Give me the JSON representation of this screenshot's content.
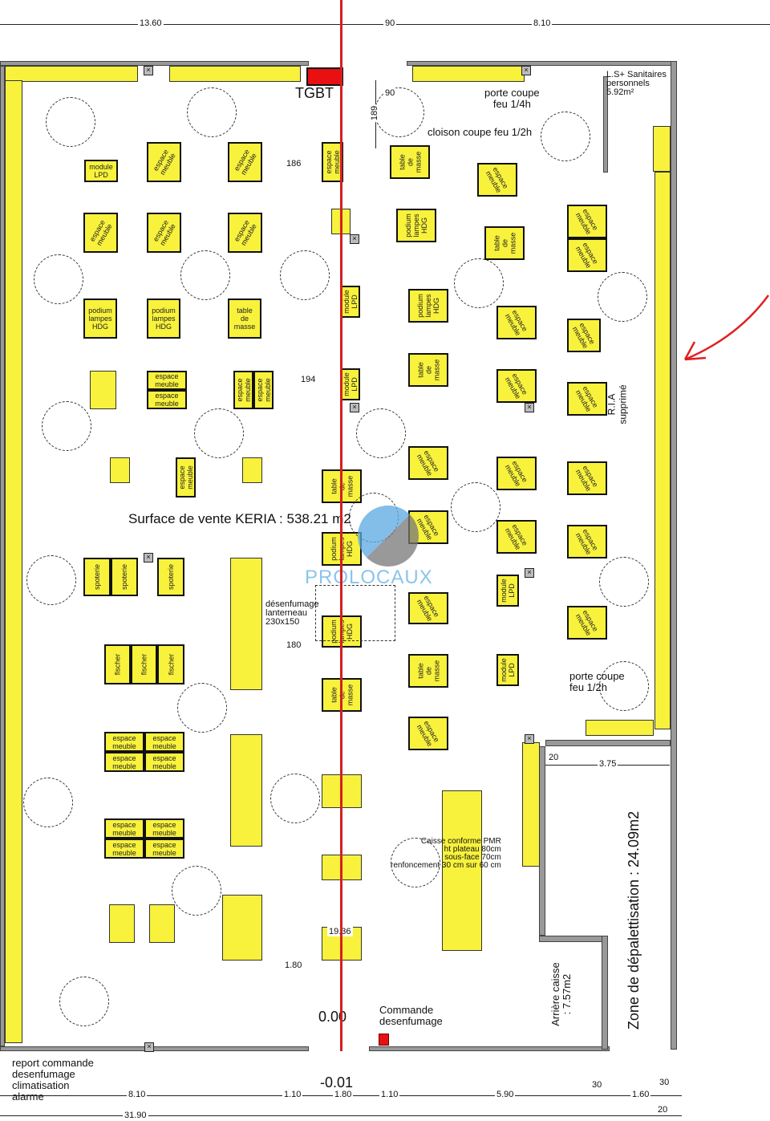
{
  "plan": {
    "surface_label": "Surface de vente KERIA : 538.21 m2",
    "tgbt": "TGBT",
    "porte_coupe_feu_14": "porte coupe\nfeu 1/4h",
    "cloison": "cloison coupe feu 1/2h",
    "sanitaires": "L.S+ Sanitaires\npersonnels\n5.92m²",
    "ria": "R.I.A\nsupprimé",
    "porte_coupe_feu_12": "porte coupe\nfeu 1/2h",
    "zone_depalettisation": "Zone de dépalettisation : 24.09m2",
    "arriere_caisse": "Arrière caisse\n: 7.57m2",
    "caisse": "Caisse conforme PMR\nht plateau 80cm\nsous-face 70cm\nrenfoncement 30 cm sur 60 cm",
    "desenfumage": "désenfumage\nlanterneau\n230x150",
    "commande": "Commande\ndesenfumage",
    "report": "report commande\ndesenfumage\nclimatisation\nalarme",
    "level_0": "0.00",
    "level_m": "-0.01",
    "watermark": "PROLOCAUX"
  },
  "dimensions": {
    "top_1360": "13.60",
    "top_90": "90",
    "top_810": "8.10",
    "d_90": "90",
    "d_189": "189",
    "d_186": "186",
    "d_194": "194",
    "d_180": "180",
    "d_180b": "1.80",
    "d_1936": "19.36",
    "d_20": "20",
    "d_375": "3.75",
    "b_810": "8.10",
    "b_110a": "1.10",
    "b_180": "1.80",
    "b_110b": "1.10",
    "b_590": "5.90",
    "b_30a": "30",
    "b_160": "1.60",
    "b_30b": "30",
    "b_20": "20",
    "b_3190": "31.90"
  },
  "fixtures": [
    "module\nLPD",
    "espace\nmeuble",
    "espace\nmeuble",
    "espace\nmeuble",
    "espace\nmeuble",
    "espace\nmeuble",
    "espace\nmeuble",
    "podium\nlampes\nHDG",
    "podium\nlampes\nHDG",
    "table\nde\nmasse",
    "espace\nmeuble",
    "espace\nmeuble",
    "espace\nmeuble",
    "espace\nmeuble",
    "espace\nmeuble",
    "spoterie",
    "spoterie",
    "spoterie",
    "fischer",
    "fischer",
    "fischer",
    "espace\nmeuble",
    "espace\nmeuble",
    "espace\nmeuble",
    "espace\nmeuble",
    "espace\nmeuble",
    "espace\nmeuble",
    "espace\nmeuble",
    "espace\nmeuble",
    "module\nLPD",
    "module\nLPD",
    "table\nde\nmasse",
    "podium\nlampes\nHDG",
    "podium\nlampes\nHDG",
    "table\nde\nmasse",
    "table\nde\nmasse",
    "podium\nlampes\nHDG",
    "podium\nlampes\nHDG",
    "table\nde\nmasse",
    "espace\nmeuble",
    "espace\nmeuble",
    "espace\nmeuble",
    "table\nde\nmasse",
    "espace\nmeuble",
    "espace\nmeuble",
    "table\nde\nmasse",
    "espace\nmeuble",
    "espace\nmeuble",
    "espace\nmeuble",
    "espace\nmeuble",
    "module\nLPD",
    "module\nLPD",
    "espace\nmeuble",
    "espace\nmeuble",
    "espace\nmeuble",
    "espace\nmeuble",
    "espace\nmeuble",
    "espace\nmeuble",
    "espace\nmeuble"
  ],
  "colors": {
    "fixture": "#f8f23c",
    "tgbt": "#e81010",
    "axis_line": "#d42020"
  }
}
